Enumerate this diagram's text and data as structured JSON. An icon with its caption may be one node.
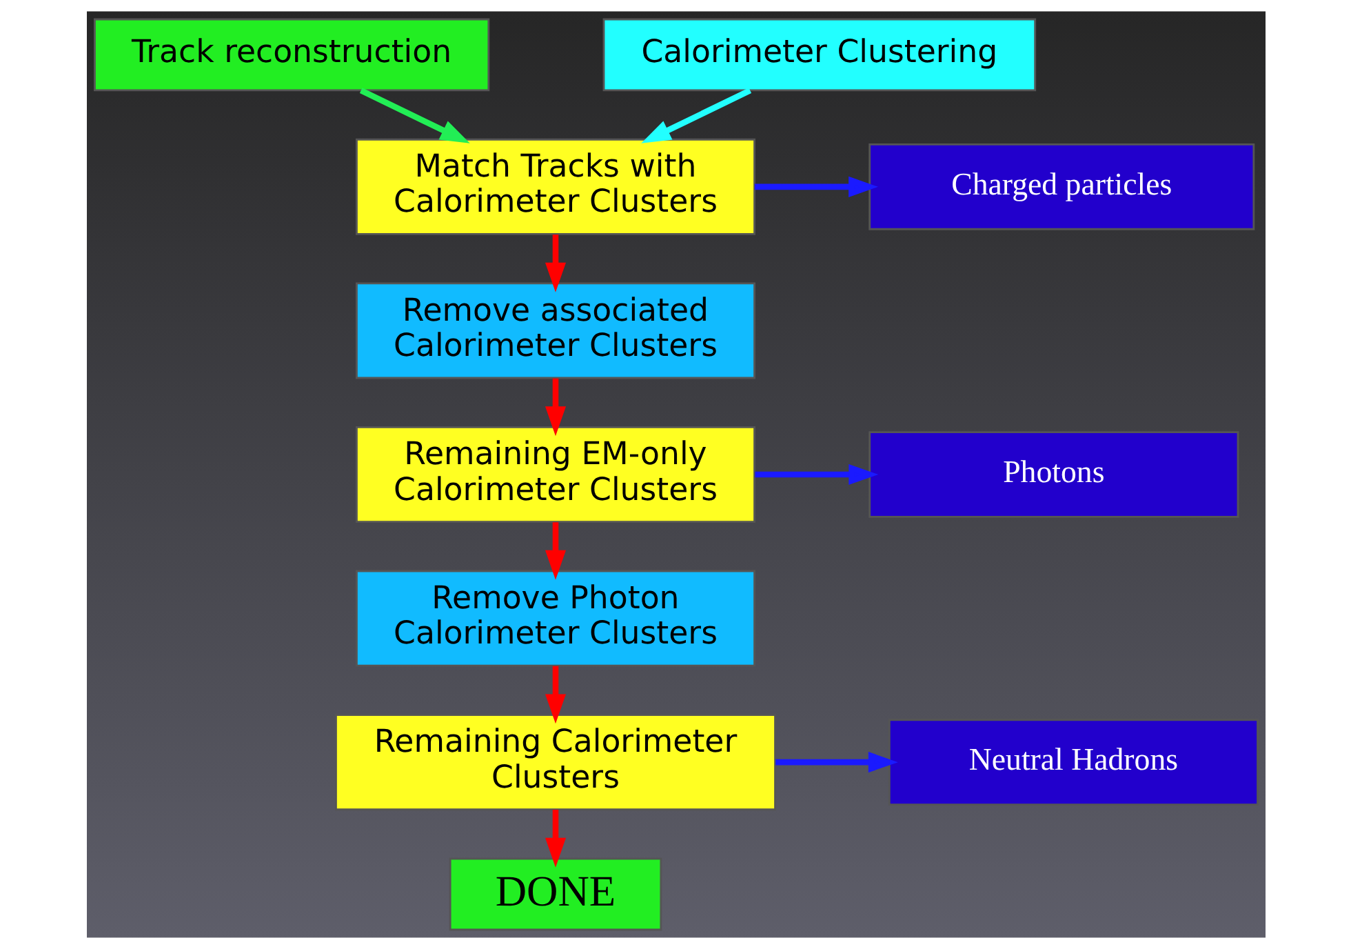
{
  "diagram": {
    "nodes": [
      {
        "text": [
          "Track reconstruction"
        ]
      },
      {
        "text": [
          "Calorimeter Clustering"
        ]
      },
      {
        "text": [
          "Match Tracks with Calorimeter Clusters"
        ]
      },
      {
        "text": [
          "Charged particles"
        ]
      },
      {
        "text": [
          "Remove associated Calorimeter Clusters"
        ]
      },
      {
        "text": [
          "Remaining EM-only Calorimeter Clusters"
        ]
      },
      {
        "text": [
          "Photons"
        ]
      },
      {
        "text": [
          "Remove Photon Calorimeter Clusters"
        ]
      },
      {
        "text": [
          "Remaining Calorimeter Clusters"
        ]
      },
      {
        "text": [
          "Neutral Hadrons"
        ]
      },
      {
        "text": [
          "DONE"
        ]
      }
    ],
    "edges": [
      {
        "from": 0,
        "to": 2,
        "arrow": "to",
        "color": "#22ee55"
      },
      {
        "from": 1,
        "to": 2,
        "arrow": "to",
        "color": "#22ffff"
      },
      {
        "from": 2,
        "to": 3,
        "arrow": "to",
        "color": "#1a1aff"
      },
      {
        "from": 2,
        "to": 4,
        "arrow": "to"
      },
      {
        "from": 4,
        "to": 5,
        "arrow": "to"
      },
      {
        "from": 5,
        "to": 6,
        "arrow": "to",
        "color": "#1a1aff"
      },
      {
        "from": 5,
        "to": 7,
        "arrow": "to"
      },
      {
        "from": 7,
        "to": 8,
        "arrow": "to"
      },
      {
        "from": 8,
        "to": 9,
        "arrow": "to",
        "color": "#1a1aff"
      },
      {
        "from": 8,
        "to": 10,
        "arrow": "to"
      }
    ]
  }
}
